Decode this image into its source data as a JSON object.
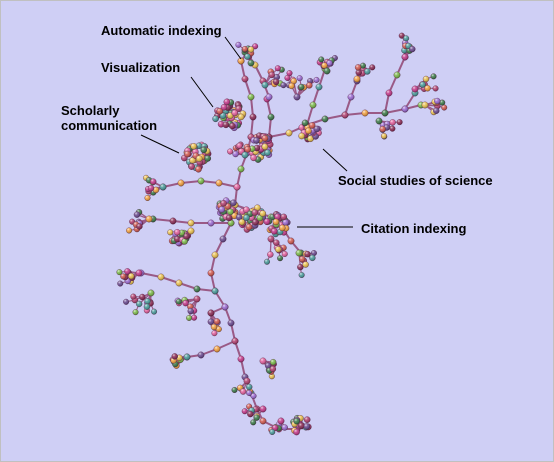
{
  "labels": {
    "automatic_indexing": "Automatic indexing",
    "visualization": "Visualization",
    "scholarly_line1": "Scholarly",
    "scholarly_line2": "communication",
    "social_studies": "Social studies of science",
    "citation_indexing": "Citation indexing"
  },
  "colors": {
    "background": "#cfcff5",
    "edge": "#9a5a86",
    "leader": "#000000",
    "node_palette": [
      "#c23a8a",
      "#e0609c",
      "#8a2b55",
      "#7ab84a",
      "#f0a040",
      "#4a9a9a",
      "#9a6ad0",
      "#e8c050",
      "#6a4a90",
      "#d05a50",
      "#3d7a4a",
      "#b04070"
    ]
  },
  "icons": {
    "node": "sphere-node",
    "edge": "link-edge"
  }
}
